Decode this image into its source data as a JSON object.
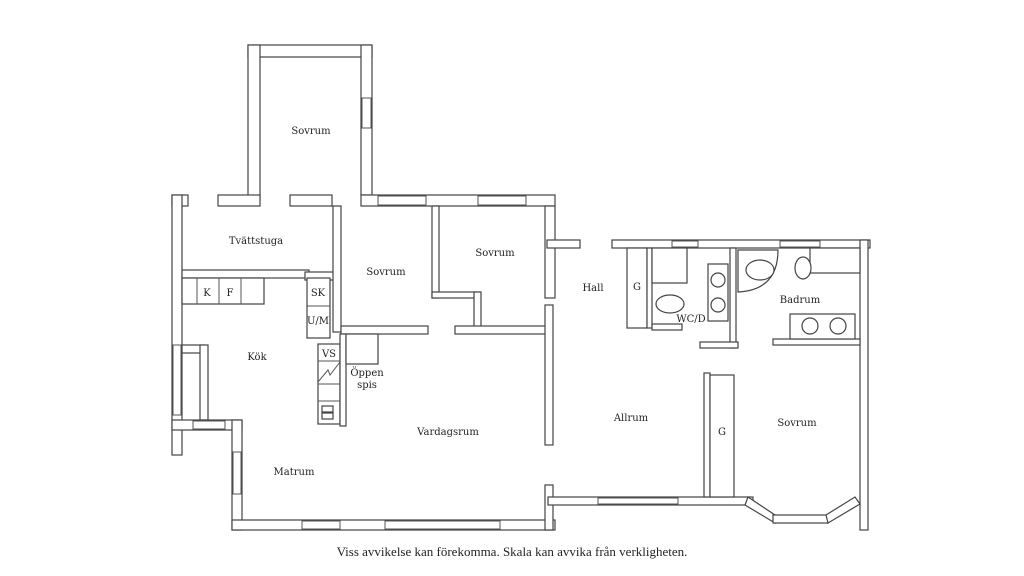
{
  "rooms": {
    "sovrum_top": "Sovrum",
    "tvattstuga": "Tvättstuga",
    "sovrum_mid1": "Sovrum",
    "sovrum_mid2": "Sovrum",
    "hall": "Hall",
    "wc": "WC/D",
    "badrum": "Badrum",
    "kok": "Kök",
    "vardagsrum": "Vardagsrum",
    "matrum": "Matrum",
    "allrum": "Allrum",
    "sovrum_right": "Sovrum",
    "oppen_spis_1": "Öppen",
    "oppen_spis_2": "spis"
  },
  "fixtures": {
    "k": "K",
    "f": "F",
    "sk": "SK",
    "um": "U/M",
    "vs": "VS",
    "g1": "G",
    "g2": "G"
  },
  "caption": "Viss avvikelse kan förekomma. Skala kan avvika från verkligheten."
}
